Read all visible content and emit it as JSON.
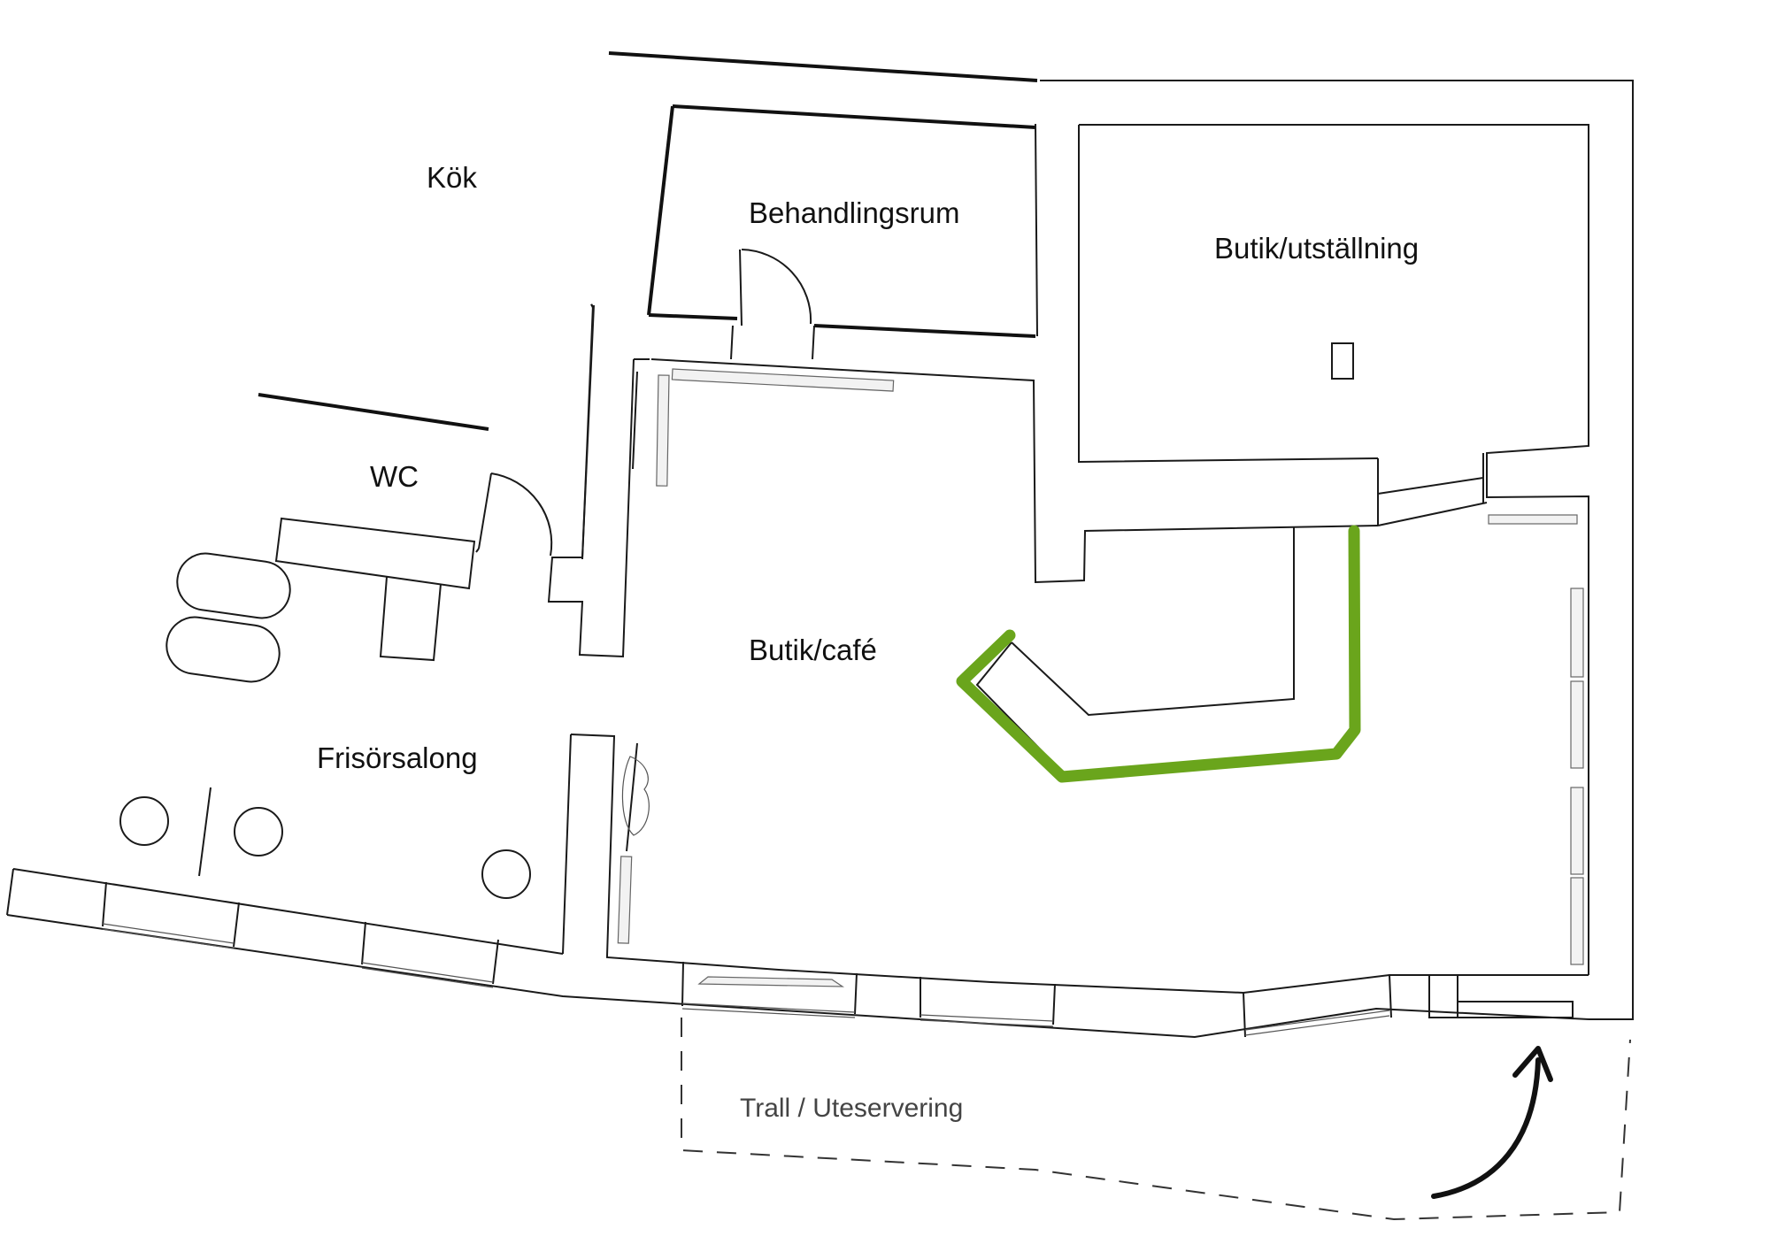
{
  "rooms": {
    "kok": "Kök",
    "behandlingsrum": "Behandlingsrum",
    "butik_utstallning": "Butik/utställning",
    "wc": "WC",
    "butik_cafe": "Butik/café",
    "frisorsalong": "Frisörsalong"
  },
  "zones": {
    "trall": "Trall / Uteservering"
  },
  "colors": {
    "counter_highlight": "#6aa51c",
    "wall": "#1a1a1a",
    "entrance_arrow": "#111111"
  },
  "icons": {
    "entrance": "curved-arrow-up-icon"
  }
}
